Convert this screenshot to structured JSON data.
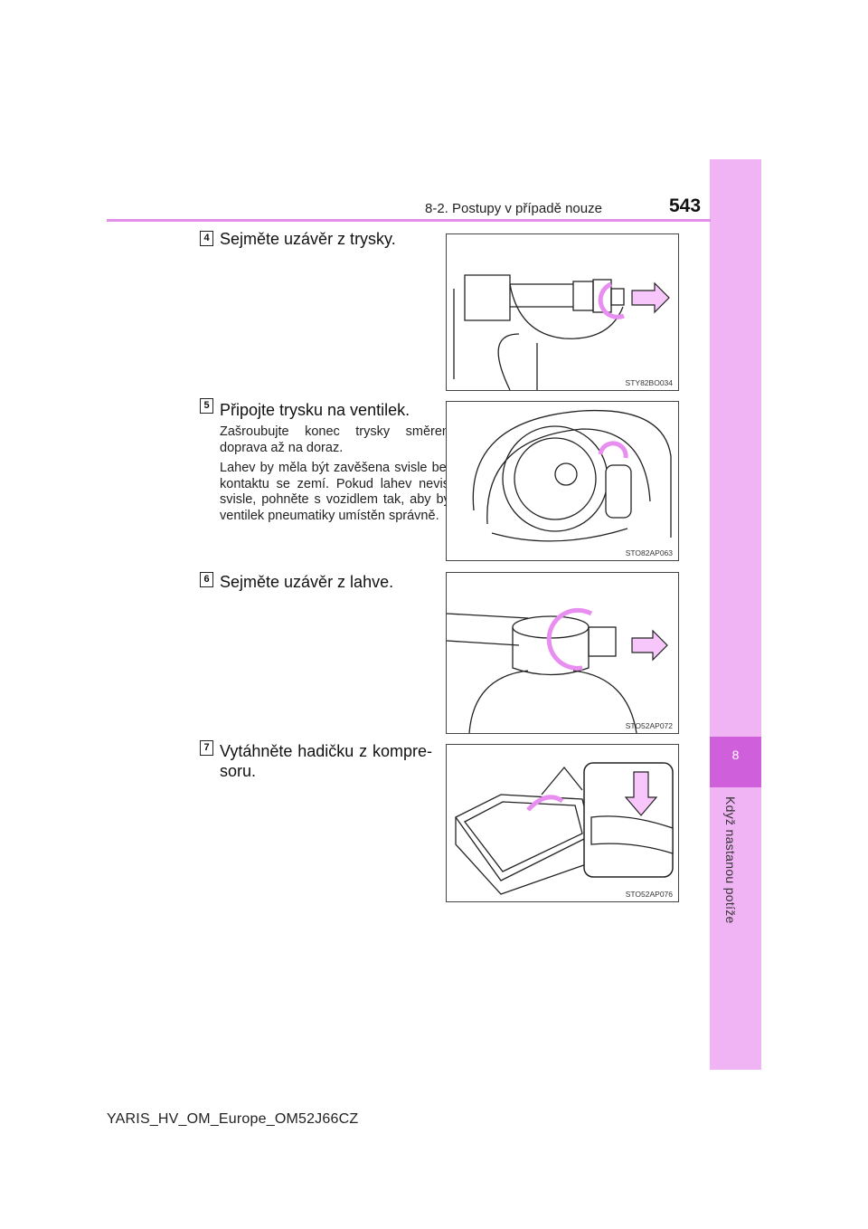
{
  "header": {
    "section_title": "8-2. Postupy v případě nouze",
    "page_number": "543"
  },
  "side_tab": {
    "chapter_number": "8",
    "chapter_title": "Když nastanou potíže",
    "accent_color": "#cf5fdb",
    "tab_color": "#f0b4f4"
  },
  "steps": [
    {
      "number": "4",
      "text": "Sejměte uzávěr z trysky.",
      "figure_code": "STY82BO034",
      "notes": []
    },
    {
      "number": "5",
      "text": "Připojte trysku na ventilek.",
      "figure_code": "STO82AP063",
      "notes": [
        "Zašroubujte konec trysky směrem doprava až na doraz.",
        "Lahev by měla být zavěšena svisle bez kontaktu se zemí. Pokud lahev nevisí svisle, pohněte s vozidlem tak, aby byl ventilek pneumatiky umístěn správně."
      ]
    },
    {
      "number": "6",
      "text": "Sejměte uzávěr z lahve.",
      "figure_code": "STO52AP072",
      "notes": []
    },
    {
      "number": "7",
      "text_line1": "Vytáhněte hadičku z kompre-",
      "text_line2": "soru.",
      "figure_code": "STO52AP076",
      "notes": []
    }
  ],
  "footer": {
    "document_id": "YARIS_HV_OM_Europe_OM52J66CZ"
  }
}
